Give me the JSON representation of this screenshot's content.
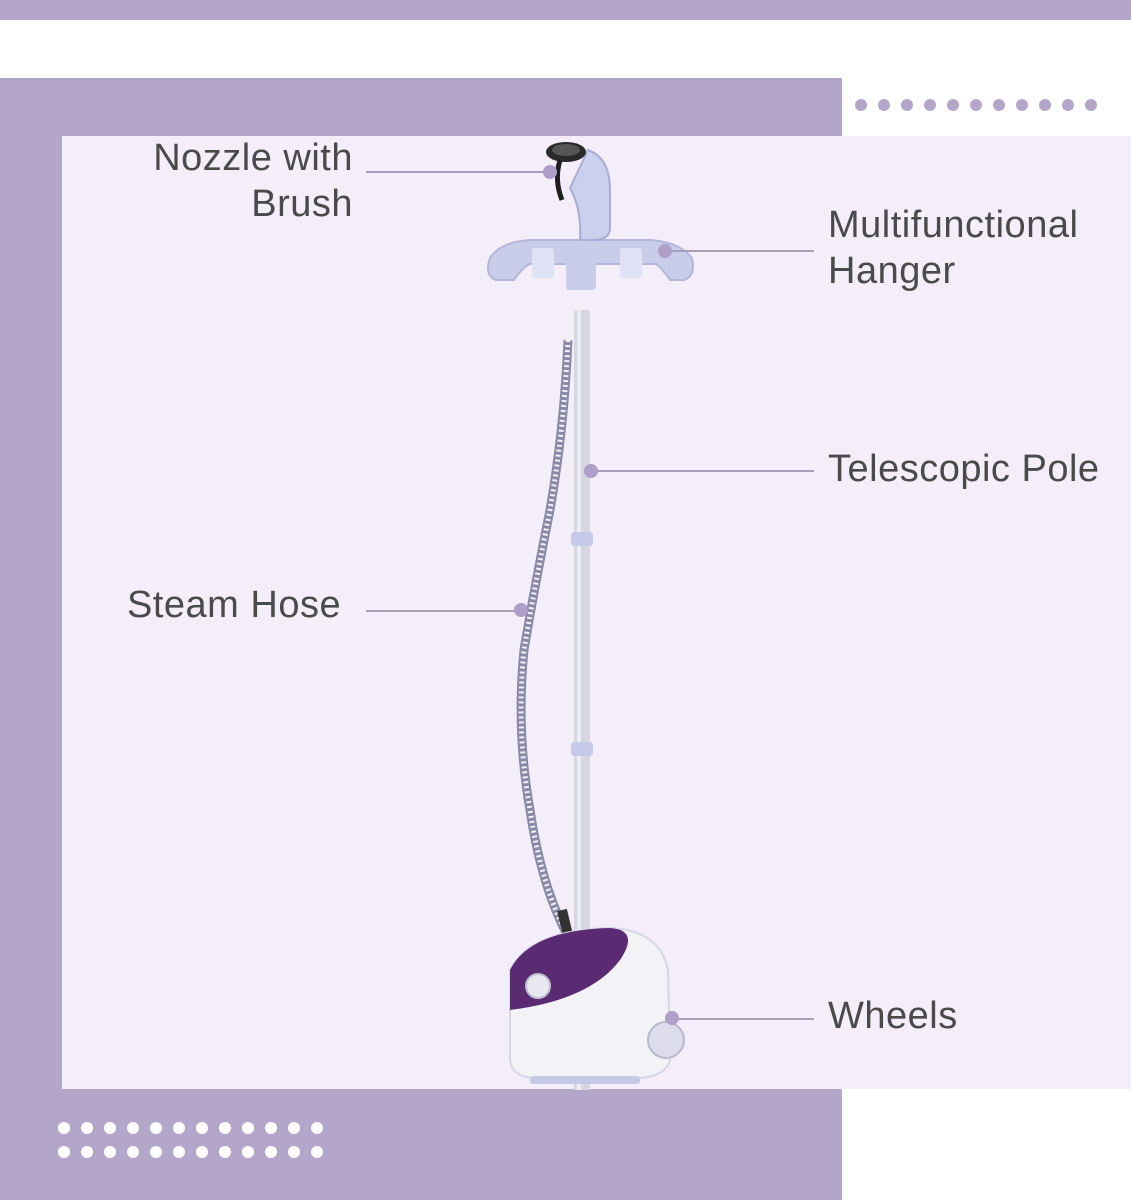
{
  "labels": {
    "nozzle": {
      "line1": "Nozzle with",
      "line2": "Brush"
    },
    "hanger": {
      "line1": "Multifunctional",
      "line2": "Hanger"
    },
    "pole": "Telescopic Pole",
    "hose": "Steam Hose",
    "wheels": "Wheels"
  },
  "colors": {
    "frame": "#b4a6c9",
    "panel": "#f4eefb",
    "leader_line": "#a99dbc",
    "leader_dot": "#b09ecb",
    "text": "#4a4a4a",
    "accent_purple": "#5a2a72"
  },
  "product": {
    "icon": "garment-steamer-illustration"
  }
}
